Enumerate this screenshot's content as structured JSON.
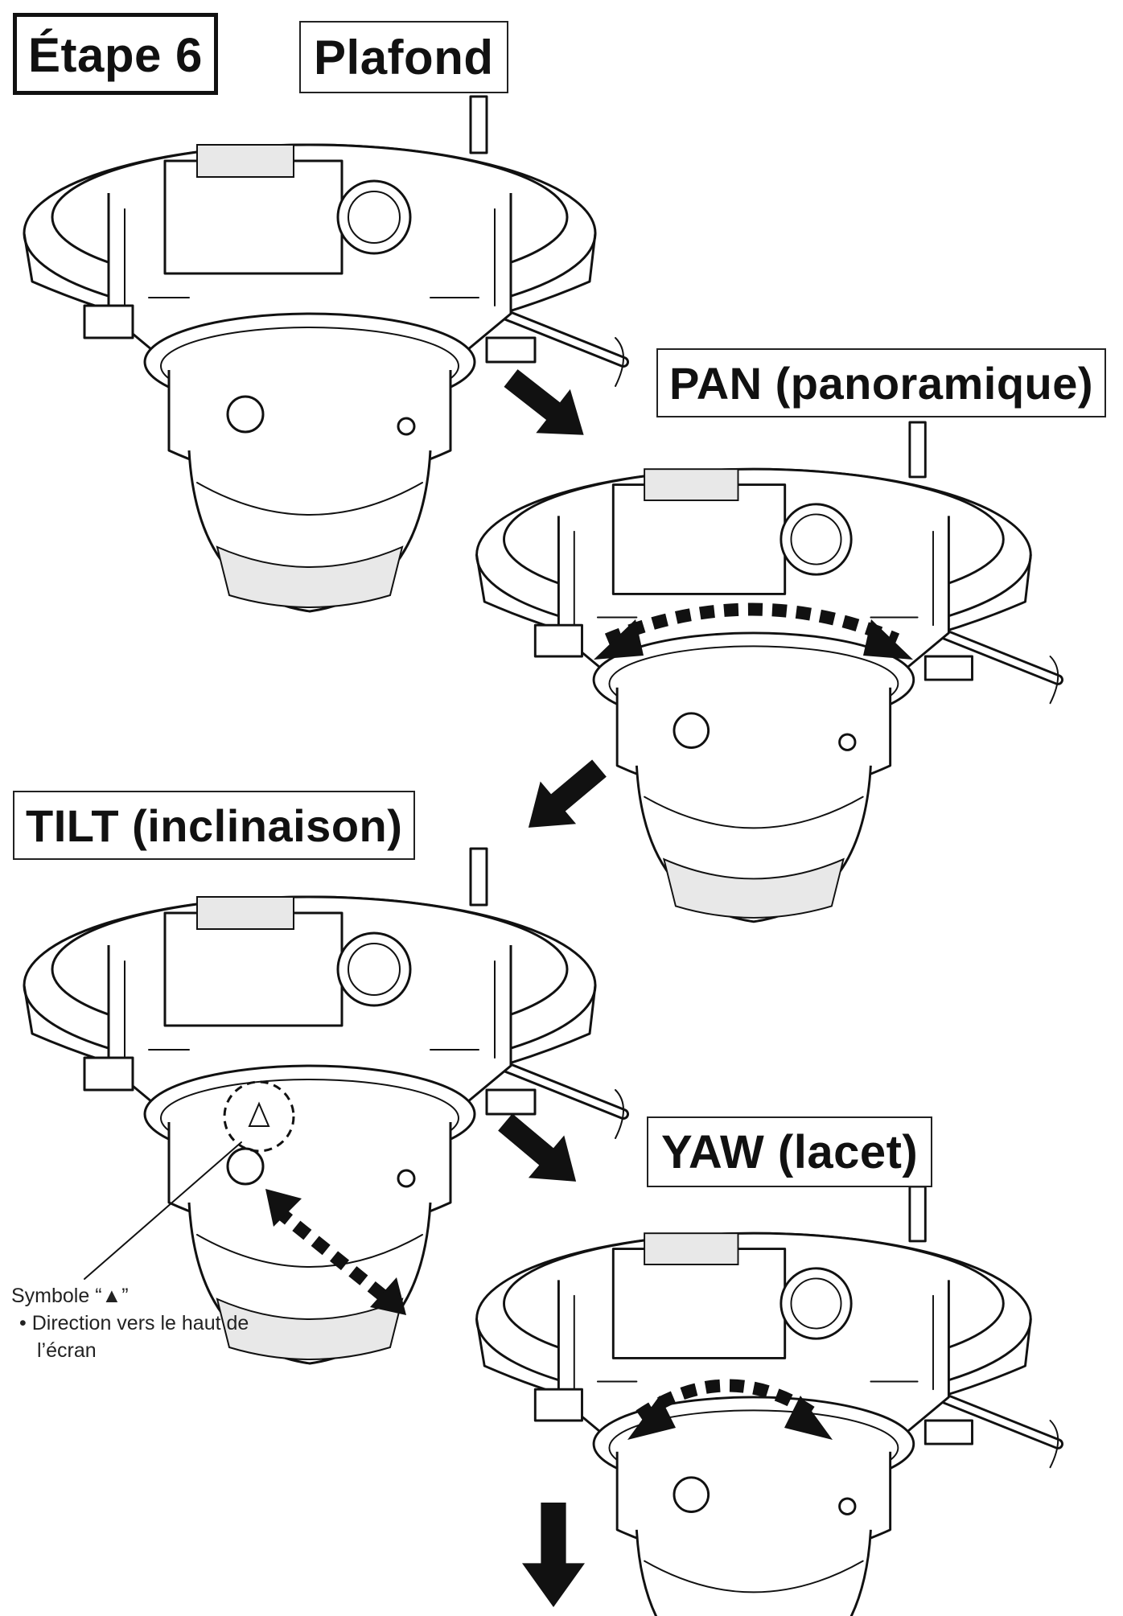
{
  "step": {
    "label": "Étape 6"
  },
  "views": {
    "ceiling": "Plafond",
    "pan": "PAN (panoramique)",
    "tilt": "TILT (inclinaison)",
    "yaw": "YAW (lacet)"
  },
  "symbol_note": {
    "title": "Symbole “▲”",
    "bullet": "•",
    "line1": "Direction vers le haut de",
    "line2": "l’écran"
  },
  "icons": [
    "arrow-down-right-icon",
    "arrow-down-left-icon",
    "arrow-down-icon",
    "double-arrow-icon",
    "triangle-up-icon"
  ]
}
